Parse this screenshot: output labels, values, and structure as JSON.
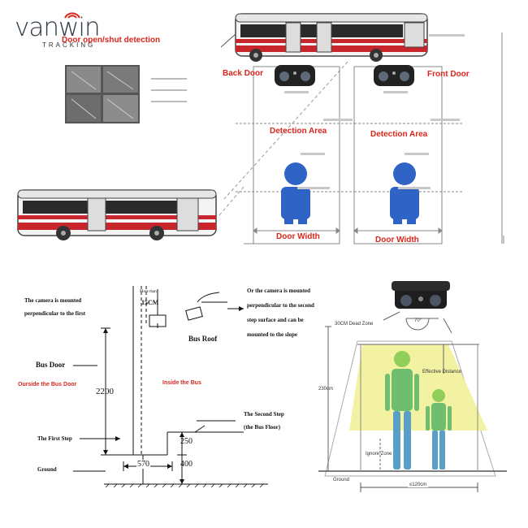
{
  "brand": {
    "name": "vanwin",
    "tagline": "TRACKING"
  },
  "top": {
    "title": "Door open/shut detection",
    "back_door": "Back Door",
    "front_door": "Front Door",
    "detection_area": "Detection Area",
    "door_width": "Door Width"
  },
  "bottom_left": {
    "camera_note_1": "The camera is mounted",
    "camera_note_2": "perpendicular to the first",
    "alt_note_1": "Or the camera is mounted",
    "alt_note_2": "perpendicular to the second",
    "alt_note_3": "step surface and can be",
    "alt_note_4": "mounted to the slope",
    "more_than": "More than",
    "cm15": "15CM",
    "bus_roof": "Bus Roof",
    "bus_door": "Bus Door",
    "outside": "Ourside the Bus Door",
    "inside": "Inside the Bus",
    "height_2200": "2200",
    "second_step_1": "The Second Step",
    "second_step_2": "(the Bus Floor)",
    "first_step": "The First Step",
    "ground": "Ground",
    "dim_250": "250",
    "dim_400": "400",
    "dim_570": "570"
  },
  "bottom_right": {
    "dead_zone": "30CM Dead Zone",
    "angle": "70°",
    "effective": "Effective Distance",
    "height": "230cm",
    "ignore": "Ignore Zone",
    "ground": "Ground",
    "width": "≤120cm"
  },
  "colors": {
    "accent": "#d9261c",
    "person": "#2f63c6",
    "zone": "#f3f2a2"
  }
}
